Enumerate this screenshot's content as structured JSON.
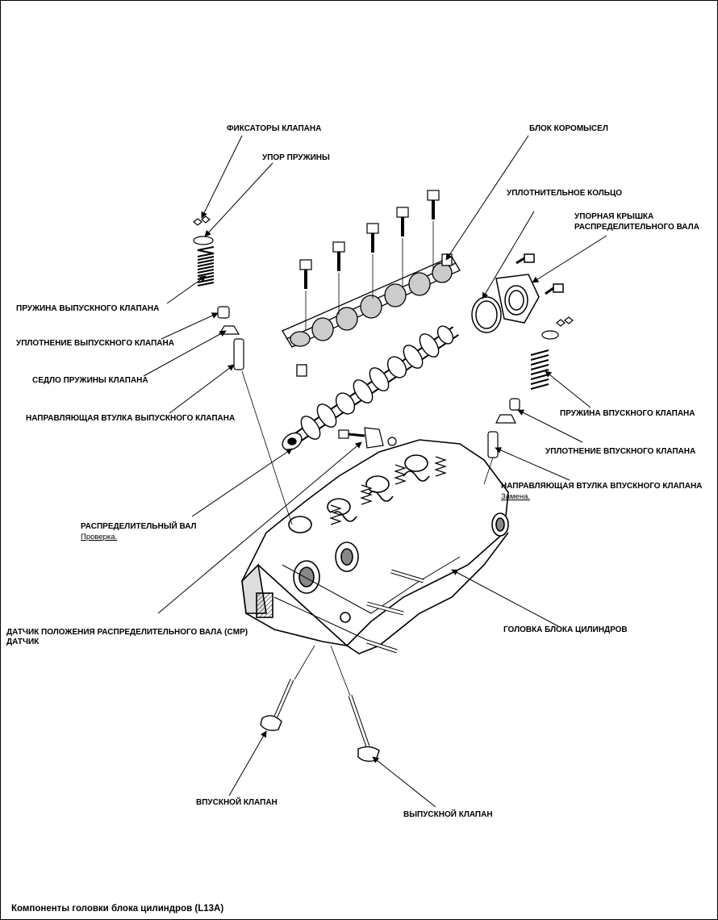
{
  "caption": "Компоненты головки блока цилиндров (L13A)",
  "labels": {
    "valve_keepers": "ФИКСАТОРЫ КЛАПАНА",
    "spring_retainer": "УПОР ПРУЖИНЫ",
    "rocker_assembly": "БЛОК КОРОМЫСЕЛ",
    "o_ring": "УПЛОТНИТЕЛЬНОЕ КОЛЬЦО",
    "camshaft_cover_line1": "УПОРНАЯ КРЫШКА",
    "camshaft_cover_line2": "РАСПРЕДЕЛИТЕЛЬНОГО ВАЛА",
    "exhaust_valve_spring": "ПРУЖИНА ВЫПУСКНОГО КЛАПАНА",
    "exhaust_valve_seal": "УПЛОТНЕНИЕ ВЫПУСКНОГО КЛАПАНА",
    "valve_spring_seat": "СЕДЛО ПРУЖИНЫ КЛАПАНА",
    "exhaust_valve_guide": "НАПРАВЛЯЮЩАЯ ВТУЛКА ВЫПУСКНОГО КЛАПАНА",
    "intake_valve_spring": "ПРУЖИНА ВПУСКНОГО КЛАПАНА",
    "intake_valve_seal": "УПЛОТНЕНИЕ ВПУСКНОГО КЛАПАНА",
    "intake_valve_guide": "НАПРАВЛЯЮЩАЯ ВТУЛКА ВПУСКНОГО КЛАПАНА",
    "intake_valve_guide_note": "Замена.",
    "camshaft": "РАСПРЕДЕЛИТЕЛЬНЫЙ ВАЛ",
    "camshaft_note": "Проверка.",
    "cmp_sensor_line1": "ДАТЧИК ПОЛОЖЕНИЯ РАСПРЕДЕЛИТЕЛЬНОГО ВАЛА (CMP)",
    "cmp_sensor_line2": "ДАТЧИК",
    "cylinder_head": "ГОЛОВКА БЛОКА ЦИЛИНДРОВ",
    "intake_valve": "ВПУСКНОЙ КЛАПАН",
    "exhaust_valve": "ВЫПУСКНОЙ КЛАПАН"
  }
}
